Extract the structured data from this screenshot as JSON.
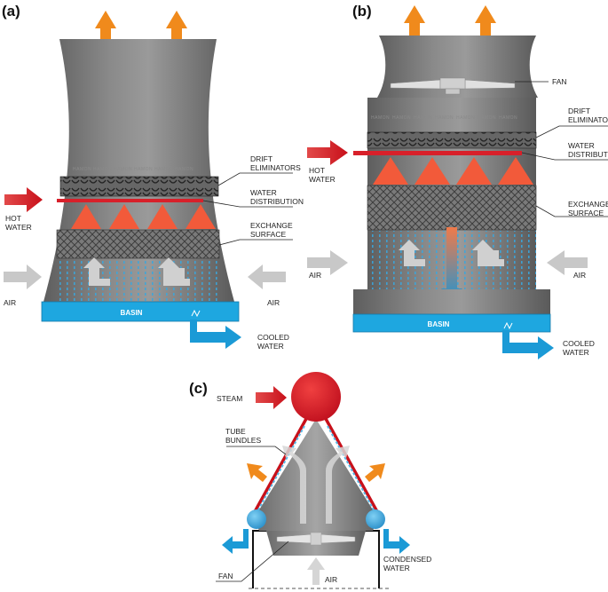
{
  "colors": {
    "shell": "#7f7f7f",
    "basin": "#1ea7e0",
    "hot_water": "#d8202a",
    "exhaust": "#f08a1c",
    "air": "#c8c8c8",
    "cooled": "#1b9ad6",
    "spray": "#f25a3a"
  },
  "panel_a": {
    "label": "(a)",
    "drift_eliminators": "DRIFT\nELIMINATORS",
    "water_distribution": "WATER\nDISTRIBUTION",
    "exchange_surface": "EXCHANGE\nSURFACE",
    "hot_water": "HOT\nWATER",
    "air_left": "AIR",
    "air_right": "AIR",
    "basin": "BASIN",
    "cooled_water": "COOLED\nWATER",
    "brand": "HAMON"
  },
  "panel_b": {
    "label": "(b)",
    "fan": "FAN",
    "drift_eliminators": "DRIFT\nELIMINATORS",
    "water_distribution": "WATER\nDISTRIBUTION",
    "exchange_surface": "EXCHANGE\nSURFACE",
    "hot_water": "HOT\nWATER",
    "air_left": "AIR",
    "air_right": "AIR",
    "basin": "BASIN",
    "cooled_water": "COOLED\nWATER",
    "brand": "HAMON"
  },
  "panel_c": {
    "label": "(c)",
    "steam": "STEAM",
    "tube_bundles": "TUBE\nBUNDLES",
    "fan": "FAN",
    "air": "AIR",
    "condensed_water": "CONDENSED\nWATER"
  }
}
